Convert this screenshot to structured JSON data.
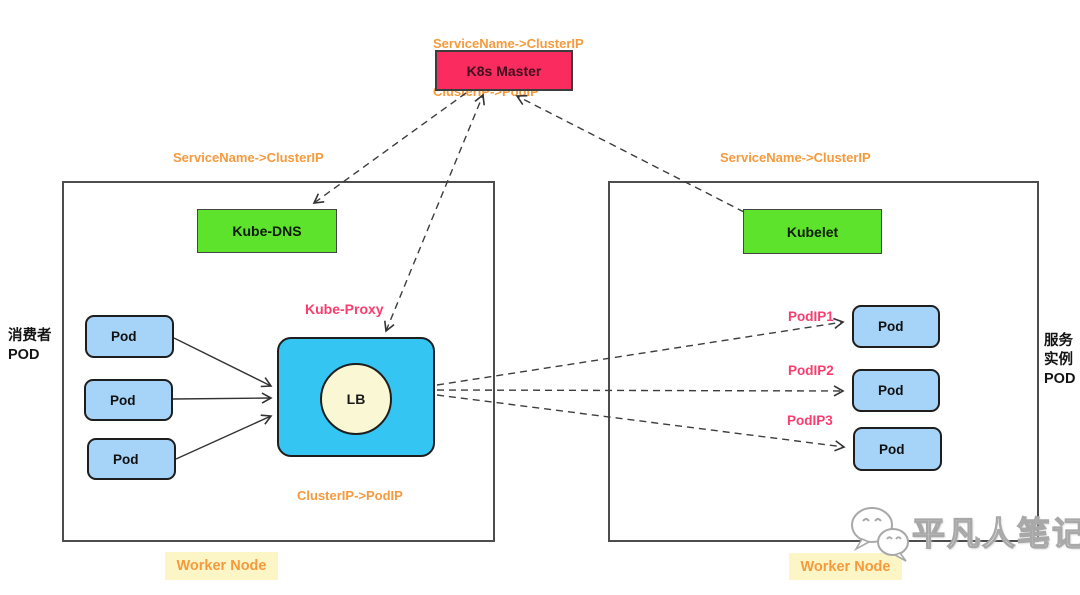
{
  "header": {
    "annotation_line1": "ServiceName->ClusterIP",
    "annotation_line2": "ClusterIP->PodIP"
  },
  "master": {
    "label": "K8s Master"
  },
  "left_node": {
    "annotation": "ServiceName->ClusterIP",
    "dns_label": "Kube-DNS",
    "proxy_label": "Kube-Proxy",
    "lb_label": "LB",
    "pods": [
      "Pod",
      "Pod",
      "Pod"
    ],
    "bottom_annotation": "ClusterIP->PodIP",
    "footer": "Worker Node"
  },
  "right_node": {
    "annotation": "ServiceName->ClusterIP",
    "kubelet_label": "Kubelet",
    "pod_ips": [
      "PodIP1",
      "PodIP2",
      "PodIP3"
    ],
    "pods": [
      "Pod",
      "Pod",
      "Pod"
    ],
    "footer": "Worker Node"
  },
  "left_side_label": {
    "line1": "消费者",
    "line2": "POD"
  },
  "right_side_label": {
    "line1": "服务",
    "line2": "实例",
    "line3": "POD"
  },
  "watermark": {
    "text": "平凡人笔记"
  },
  "colors": {
    "annotation_orange": "#F59A3D",
    "label_pink": "#FA3D6E",
    "master_fill": "#FA2B5E",
    "green_fill": "#5DE32C",
    "proxy_box_fill": "#35C5F2",
    "lb_fill": "#FAF8D4",
    "pod_fill": "#A6D3F8",
    "worker_label_bg": "#FCF6C6"
  }
}
